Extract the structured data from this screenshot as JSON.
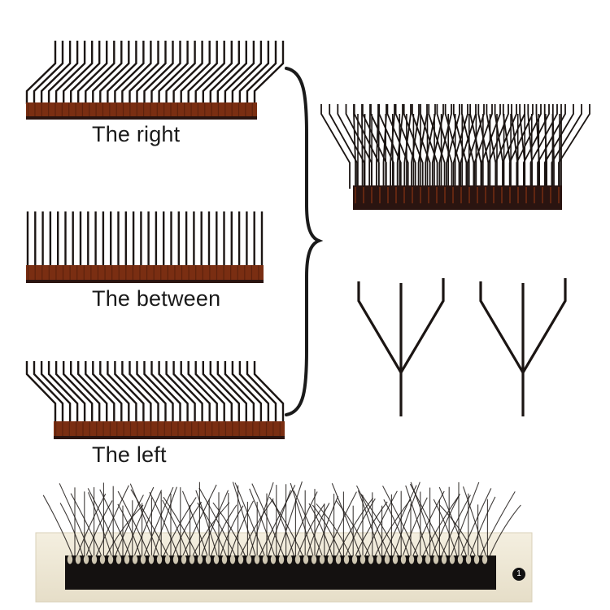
{
  "captions": {
    "right": "The right",
    "between": "The between",
    "left": "The left"
  },
  "tray_number": "1",
  "colors": {
    "lash": "#1b1513",
    "base_brown": "#7a2e12",
    "base_dark": "#2a1410",
    "tray": "#efe9d8",
    "tray_edge": "#d9d0b8"
  },
  "icons": [
    "curly-brace-icon",
    "y-lash-fan-icon"
  ]
}
